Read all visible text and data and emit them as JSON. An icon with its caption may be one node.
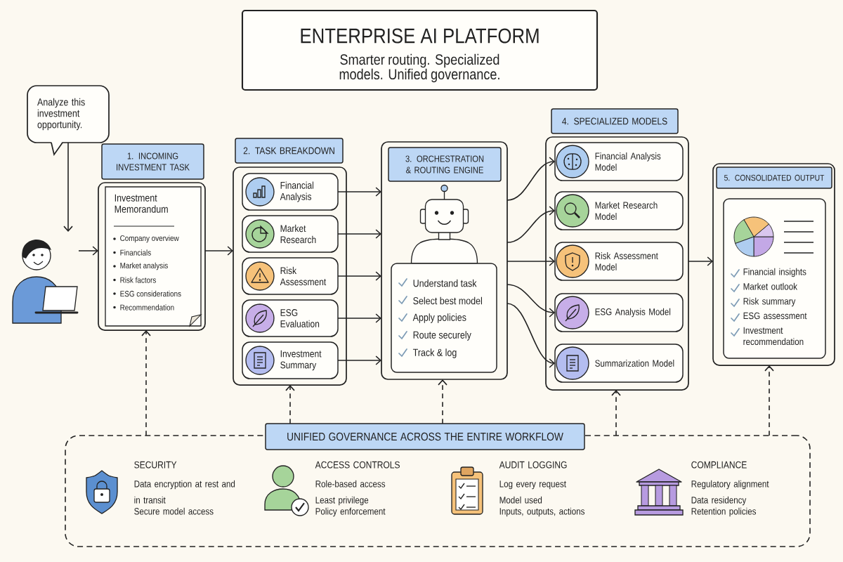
{
  "diagram": {
    "nodes": [
      {
        "text": [
          "ENTERPRISE AI PLATFORM",
          "Smarter routing. Specialized models. Unified governance."
        ]
      },
      {
        "text": [
          "Analyze this investment opportunity."
        ]
      },
      {
        "text": [],
        "shape": "person"
      },
      {
        "text": [
          "1. INCOMING INVESTMENT TASK"
        ]
      },
      {
        "text": [
          "Investment Memorandum",
          "Company overview",
          "Financials",
          "Market analysis",
          "Risk factors",
          "ESG considerations",
          "Recommendation"
        ],
        "in": 3
      },
      {
        "text": [
          "2. TASK BREAKDOWN"
        ]
      },
      {
        "text": [
          "Financial Analysis"
        ],
        "in": 5
      },
      {
        "text": [
          "Market Research"
        ],
        "in": 5
      },
      {
        "text": [
          "Risk Assessment"
        ],
        "in": 5
      },
      {
        "text": [
          "ESG Evaluation"
        ],
        "in": 5
      },
      {
        "text": [
          "Investment Summary"
        ],
        "in": 5
      },
      {
        "text": [
          "3. ORCHESTRATION & ROUTING ENGINE"
        ]
      },
      {
        "text": [
          "Understand task",
          "Select best model",
          "Apply policies",
          "Route securely",
          "Track & log"
        ],
        "in": 11
      },
      {
        "text": [
          "4. SPECIALIZED MODELS"
        ]
      },
      {
        "text": [
          "Financial Analysis Model"
        ],
        "in": 13
      },
      {
        "text": [
          "Market Research Model"
        ],
        "in": 13
      },
      {
        "text": [
          "Risk Assessment Model"
        ],
        "in": 13
      },
      {
        "text": [
          "ESG Analysis Model"
        ],
        "in": 13
      },
      {
        "text": [
          "Summarization Model"
        ],
        "in": 13
      },
      {
        "text": [
          "5. CONSOLIDATED OUTPUT"
        ]
      },
      {
        "text": [
          "Financial insights",
          "Market outlook",
          "Risk summary",
          "ESG assessment",
          "Investment recommendation"
        ],
        "in": 19
      },
      {
        "text": [
          "UNIFIED GOVERNANCE ACROSS THE ENTIRE WORKFLOW"
        ]
      },
      {
        "text": [
          "SECURITY",
          "Data encryption at rest and in transit",
          "Secure model access"
        ],
        "in": 21
      },
      {
        "text": [
          "ACCESS CONTROLS",
          "Role-based access",
          "Least privilege",
          "Policy enforcement"
        ],
        "in": 21
      },
      {
        "text": [
          "AUDIT LOGGING",
          "Log every request",
          "Model used",
          "Inputs, outputs, actions"
        ],
        "in": 21
      },
      {
        "text": [
          "COMPLIANCE",
          "Regulatory alignment",
          "Data residency",
          "Retention policies"
        ],
        "in": 21
      }
    ],
    "edges": [
      {
        "from": 1,
        "to": 2,
        "arrow": "to"
      },
      {
        "from": 2,
        "to": 3,
        "arrow": "to"
      },
      {
        "from": 3,
        "to": 5,
        "arrow": "to"
      },
      {
        "from": 6,
        "to": 11,
        "arrow": "to"
      },
      {
        "from": 7,
        "to": 11,
        "arrow": "to"
      },
      {
        "from": 8,
        "to": 11,
        "arrow": "to"
      },
      {
        "from": 9,
        "to": 11,
        "arrow": "to"
      },
      {
        "from": 10,
        "to": 11,
        "arrow": "to"
      },
      {
        "from": 11,
        "to": 14,
        "arrow": "to"
      },
      {
        "from": 11,
        "to": 15,
        "arrow": "to"
      },
      {
        "from": 11,
        "to": 16,
        "arrow": "to"
      },
      {
        "from": 11,
        "to": 17,
        "arrow": "to"
      },
      {
        "from": 11,
        "to": 18,
        "arrow": "to"
      },
      {
        "from": 13,
        "to": 19,
        "arrow": "to"
      },
      {
        "from": 21,
        "to": 3,
        "arrow": "to",
        "style": "dashed"
      },
      {
        "from": 21,
        "to": 5,
        "arrow": "to",
        "style": "dashed"
      },
      {
        "from": 21,
        "to": 11,
        "arrow": "to",
        "style": "dashed"
      },
      {
        "from": 21,
        "to": 13,
        "arrow": "to",
        "style": "dashed"
      },
      {
        "from": 21,
        "to": 19,
        "arrow": "to",
        "style": "dashed"
      }
    ]
  }
}
